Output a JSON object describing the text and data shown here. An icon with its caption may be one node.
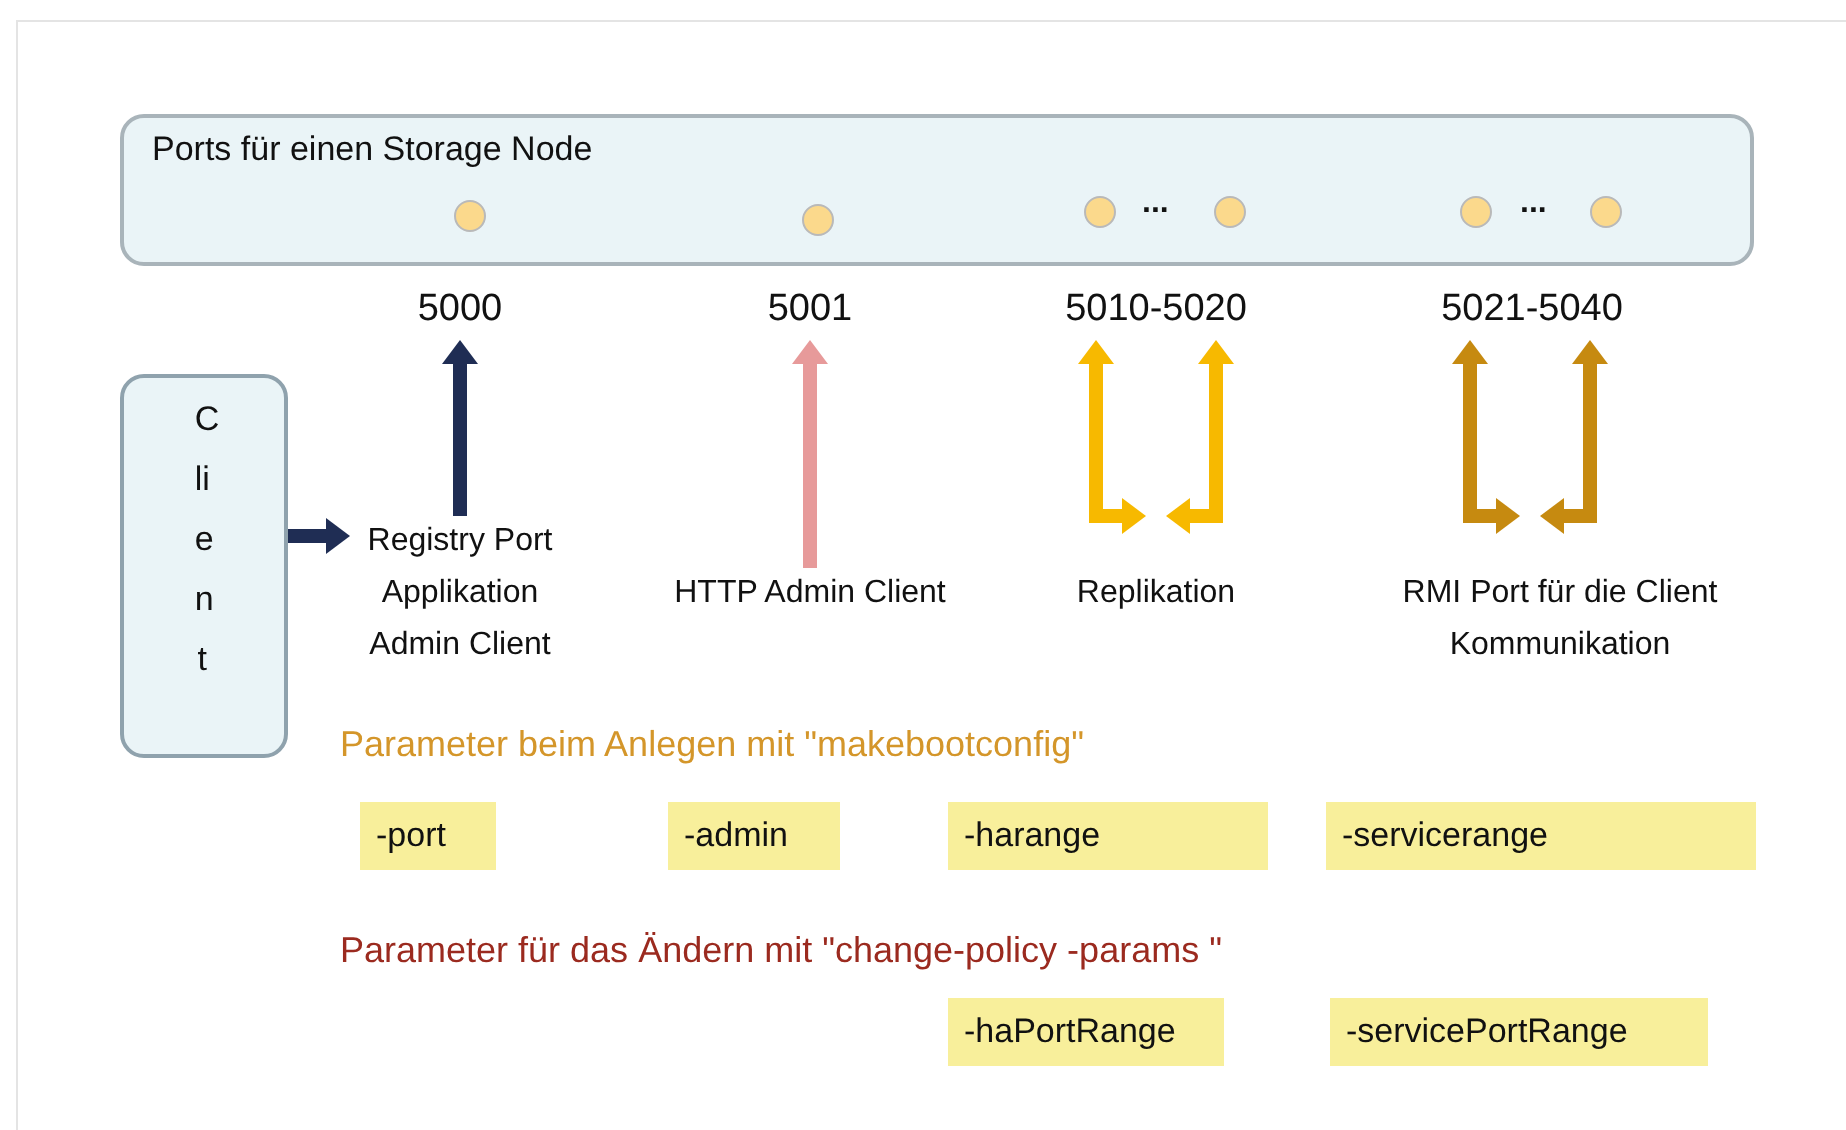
{
  "diagram": {
    "nodes": [
      {
        "text": [
          "Ports für einen Storage Node"
        ]
      },
      {
        "text": [],
        "shape": "circle",
        "in": 0
      },
      {
        "text": [],
        "shape": "circle",
        "in": 0
      },
      {
        "text": [],
        "shape": "circle",
        "in": 0
      },
      {
        "text": [],
        "shape": "circle",
        "in": 0
      },
      {
        "text": [],
        "shape": "circle",
        "in": 0
      },
      {
        "text": [],
        "shape": "circle",
        "in": 0
      },
      {
        "text": [
          "5000"
        ]
      },
      {
        "text": [
          "5001"
        ]
      },
      {
        "text": [
          "5010-5020"
        ]
      },
      {
        "text": [
          "5021-5040"
        ]
      },
      {
        "text": [
          "Client"
        ]
      },
      {
        "text": [
          "Registry Port Applikation Admin Client"
        ]
      },
      {
        "text": [
          "HTTP Admin Client"
        ]
      },
      {
        "text": [
          "Replikation"
        ]
      },
      {
        "text": [
          "RMI Port für die Client Kommunikation"
        ]
      },
      {
        "text": [
          "-port"
        ]
      },
      {
        "text": [
          "-admin"
        ]
      },
      {
        "text": [
          "-harange"
        ]
      },
      {
        "text": [
          "-servicerange"
        ]
      },
      {
        "text": [
          "-haPortRange"
        ]
      },
      {
        "text": [
          "-servicePortRange"
        ]
      }
    ],
    "edges": [
      {
        "from": 11,
        "to": 12,
        "arrow": "to",
        "color": "#1f2d54"
      },
      {
        "from": 12,
        "to": 7,
        "arrow": "to",
        "color": "#1f2d54"
      },
      {
        "from": 13,
        "to": 8,
        "arrow": "to",
        "color": "#e79a9a"
      },
      {
        "from": 14,
        "to": 9,
        "arrow": "both",
        "color": "#f7b900"
      },
      {
        "from": 14,
        "to": 9,
        "arrow": "both",
        "color": "#f7b900"
      },
      {
        "from": 15,
        "to": 10,
        "arrow": "both",
        "color": "#c68a10"
      },
      {
        "from": 15,
        "to": 10,
        "arrow": "both",
        "color": "#c68a10"
      }
    ],
    "labels": [
      "...",
      "...",
      "Parameter beim Anlegen mit \"makebootconfig\"",
      "Parameter für das Ändern mit \"change-policy -params \""
    ]
  }
}
